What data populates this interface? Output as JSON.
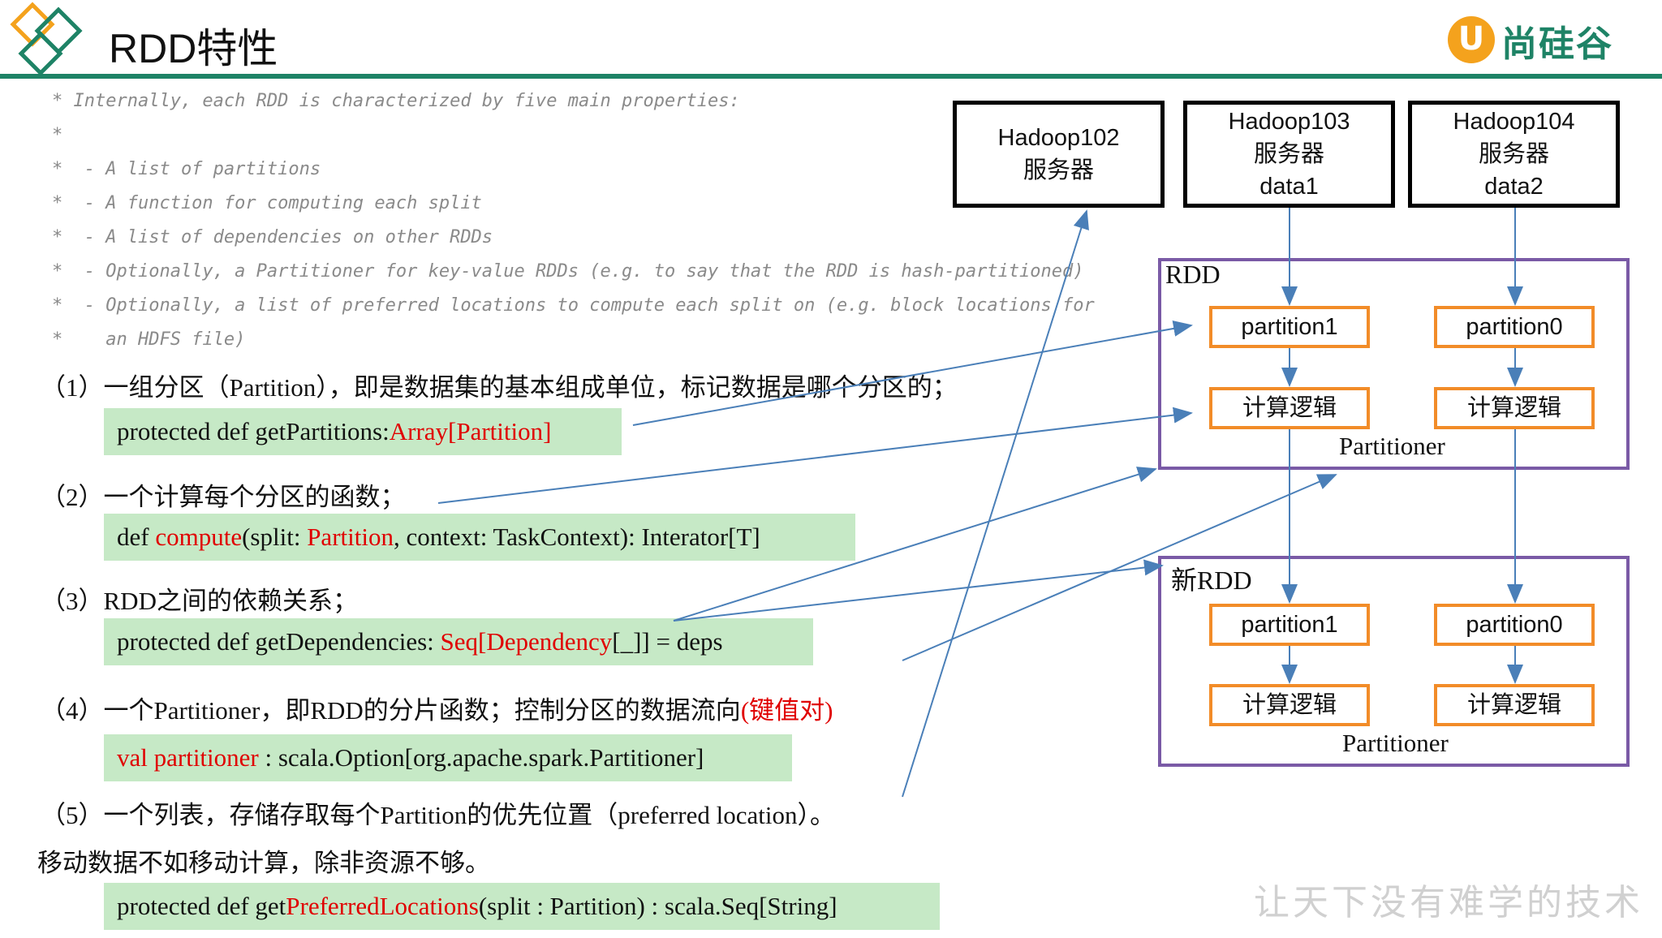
{
  "header": {
    "title": "RDD特性",
    "logo_text": "尚硅谷",
    "logo_mark": "U"
  },
  "code_comment": {
    "lines": [
      "* Internally, each RDD is characterized by five main properties:",
      "*",
      "*  - A list of partitions",
      "*  - A function for computing each split",
      "*  - A list of dependencies on other RDDs",
      "*  - Optionally, a Partitioner for key-value RDDs (e.g. to say that the RDD is hash-partitioned)",
      "*  - Optionally, a list of preferred locations to compute each split on (e.g. block locations for",
      "*    an HDFS file)"
    ]
  },
  "properties": [
    {
      "desc": "（1）一组分区（Partition），即是数据集的基本组成单位，标记数据是哪个分区的；",
      "code_plain": "protected def getPartitions:",
      "code_red": "Array[Partition]"
    },
    {
      "desc": "（2）一个计算每个分区的函数；",
      "code_p1": "def ",
      "code_r1": "compute",
      "code_p2": "(split: ",
      "code_r2": "Partition",
      "code_p3": ", context: TaskContext): Interator[T]"
    },
    {
      "desc": "（3）RDD之间的依赖关系；",
      "code_plain": "protected def getDependencies: ",
      "code_red": "Seq[Dependency",
      "code_tail": "[_]] = deps"
    },
    {
      "desc_plain": "（4）一个Partitioner，即RDD的分片函数；控制分区的数据流向",
      "desc_red": "(键值对)",
      "code_red": "val partitioner",
      "code_plain": " : scala.Option[org.apache.spark.Partitioner]"
    },
    {
      "desc": "（5）一个列表，存储存取每个Partition的优先位置（preferred location）。",
      "desc2": "移动数据不如移动计算，除非资源不够。",
      "code_p1": "protected def get",
      "code_red": "PreferredLocations",
      "code_p2": "(split : Partition) : scala.Seq[String]"
    }
  ],
  "servers": [
    {
      "name": "Hadoop102",
      "role": "服务器",
      "data": ""
    },
    {
      "name": "Hadoop103",
      "role": "服务器",
      "data": "data1"
    },
    {
      "name": "Hadoop104",
      "role": "服务器",
      "data": "data2"
    }
  ],
  "rdd": {
    "label": "RDD",
    "partitions": [
      "partition1",
      "partition0"
    ],
    "logic": [
      "计算逻辑",
      "计算逻辑"
    ],
    "partitioner": "Partitioner"
  },
  "new_rdd": {
    "label": "新RDD",
    "partitions": [
      "partition1",
      "partition0"
    ],
    "logic": [
      "计算逻辑",
      "计算逻辑"
    ],
    "partitioner": "Partitioner"
  },
  "watermark": "让天下没有难学的技术",
  "colors": {
    "accent": "#1e8366",
    "logo_orange": "#f4a21d",
    "code_bg": "#c6e9c6",
    "highlight_red": "#e00000",
    "box_orange": "#f28c28",
    "box_purple": "#7a5aa6",
    "arrow": "#4a7fb8"
  }
}
